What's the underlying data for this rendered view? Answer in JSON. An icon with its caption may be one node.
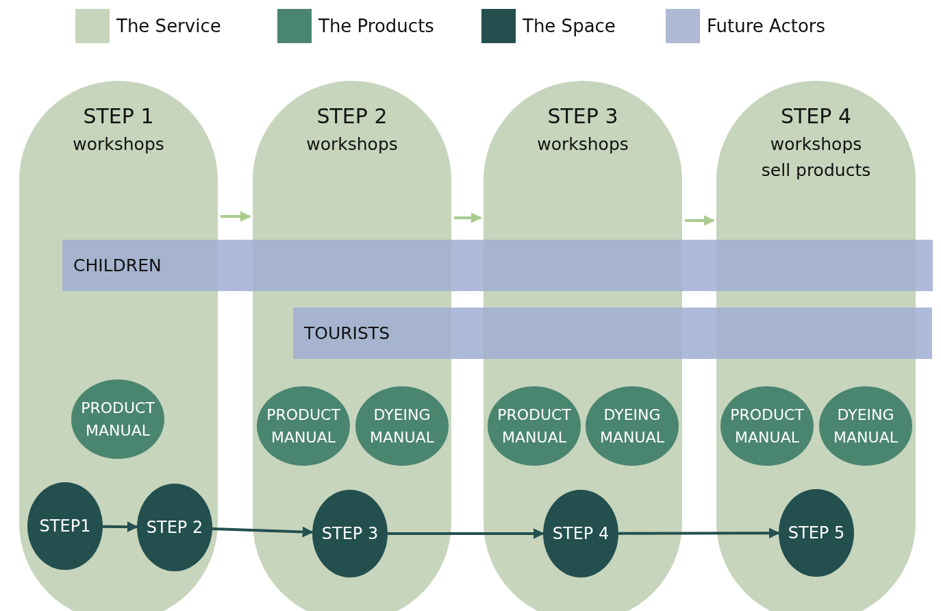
{
  "diagram": {
    "nodes": [
      {
        "text": [
          "STEP 1",
          "workshops"
        ]
      },
      {
        "text": [
          "STEP 2",
          "workshops"
        ]
      },
      {
        "text": [
          "STEP 3",
          "workshops"
        ]
      },
      {
        "text": [
          "STEP 4",
          "workshops",
          "sell products"
        ]
      },
      {
        "text": [
          "CHILDREN"
        ]
      },
      {
        "text": [
          "TOURISTS"
        ]
      },
      {
        "text": [
          "PRODUCT MANUAL"
        ],
        "in": 0
      },
      {
        "text": [
          "PRODUCT MANUAL"
        ],
        "in": 1
      },
      {
        "text": [
          "DYEING MANUAL"
        ],
        "in": 1
      },
      {
        "text": [
          "PRODUCT MANUAL"
        ],
        "in": 2
      },
      {
        "text": [
          "DYEING MANUAL"
        ],
        "in": 2
      },
      {
        "text": [
          "PRODUCT MANUAL"
        ],
        "in": 3
      },
      {
        "text": [
          "DYEING MANUAL"
        ],
        "in": 3
      },
      {
        "text": [
          "STEP1"
        ],
        "in": 0
      },
      {
        "text": [
          "STEP 2"
        ],
        "in": 0
      },
      {
        "text": [
          "STEP 3"
        ],
        "in": 1
      },
      {
        "text": [
          "STEP 4"
        ],
        "in": 2
      },
      {
        "text": [
          "STEP 5"
        ],
        "in": 3
      }
    ],
    "edges": [
      {
        "from": 0,
        "to": 1,
        "arrow": "to",
        "color": "#a9cc8e"
      },
      {
        "from": 1,
        "to": 2,
        "arrow": "to",
        "color": "#a9cc8e"
      },
      {
        "from": 2,
        "to": 3,
        "arrow": "to",
        "color": "#a9cc8e"
      },
      {
        "from": 13,
        "to": 14,
        "arrow": "to"
      },
      {
        "from": 14,
        "to": 15,
        "arrow": "to"
      },
      {
        "from": 15,
        "to": 16,
        "arrow": "to"
      },
      {
        "from": 16,
        "to": 17,
        "arrow": "to"
      }
    ],
    "legend": [
      {
        "text": "The Service",
        "color": "#c6d5bc"
      },
      {
        "text": "The Products",
        "color": "#4a8570"
      },
      {
        "text": "The Space",
        "color": "#234f4f"
      },
      {
        "text": "Future Actors",
        "color": "#aeb9d4"
      }
    ]
  }
}
